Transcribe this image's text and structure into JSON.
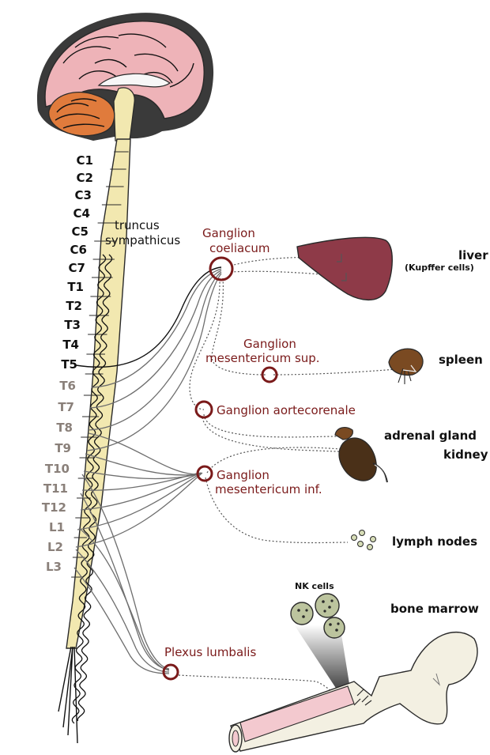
{
  "segments_dark": [
    "C1",
    "C2",
    "C3",
    "C4",
    "C5",
    "C6",
    "C7",
    "T1",
    "T2",
    "T3",
    "T4",
    "T5"
  ],
  "segments_grey": [
    "T6",
    "T7",
    "T8",
    "T9",
    "T10",
    "T11",
    "T12",
    "L1",
    "L2",
    "L3"
  ],
  "trunk_label": {
    "line1": "truncus",
    "line2": "sympathicus"
  },
  "ganglia": {
    "coeliacum": {
      "line1": "Ganglion",
      "line2": "coeliacum"
    },
    "mesenterium_sup": {
      "line1": "Ganglion",
      "line2": "mesentericum sup."
    },
    "aortecorenale": {
      "line1": "Ganglion aortecorenale"
    },
    "mesenterium_inf": {
      "line1": "Ganglion",
      "line2": "mesentericum inf."
    },
    "plexus": {
      "line1": "Plexus lumbalis"
    }
  },
  "organs": {
    "liver": "liver",
    "liver_sub": "(Kupffer cells)",
    "spleen": "spleen",
    "adrenal": "adrenal gland",
    "kidney": "kidney",
    "lymph": "lymph nodes",
    "bone_marrow": "bone marrow",
    "nk_cells": "NK cells"
  },
  "colors": {
    "brain_pink": "#eeb3b8",
    "cerebellum": "#e07b3c",
    "spinal_cord": "#f2e8b0",
    "ganglion_red": "#7a1a1a",
    "liver": "#8e3a48",
    "spleen": "#7a4a22",
    "kidney": "#4a3018",
    "bone": "#f3f0e2"
  }
}
